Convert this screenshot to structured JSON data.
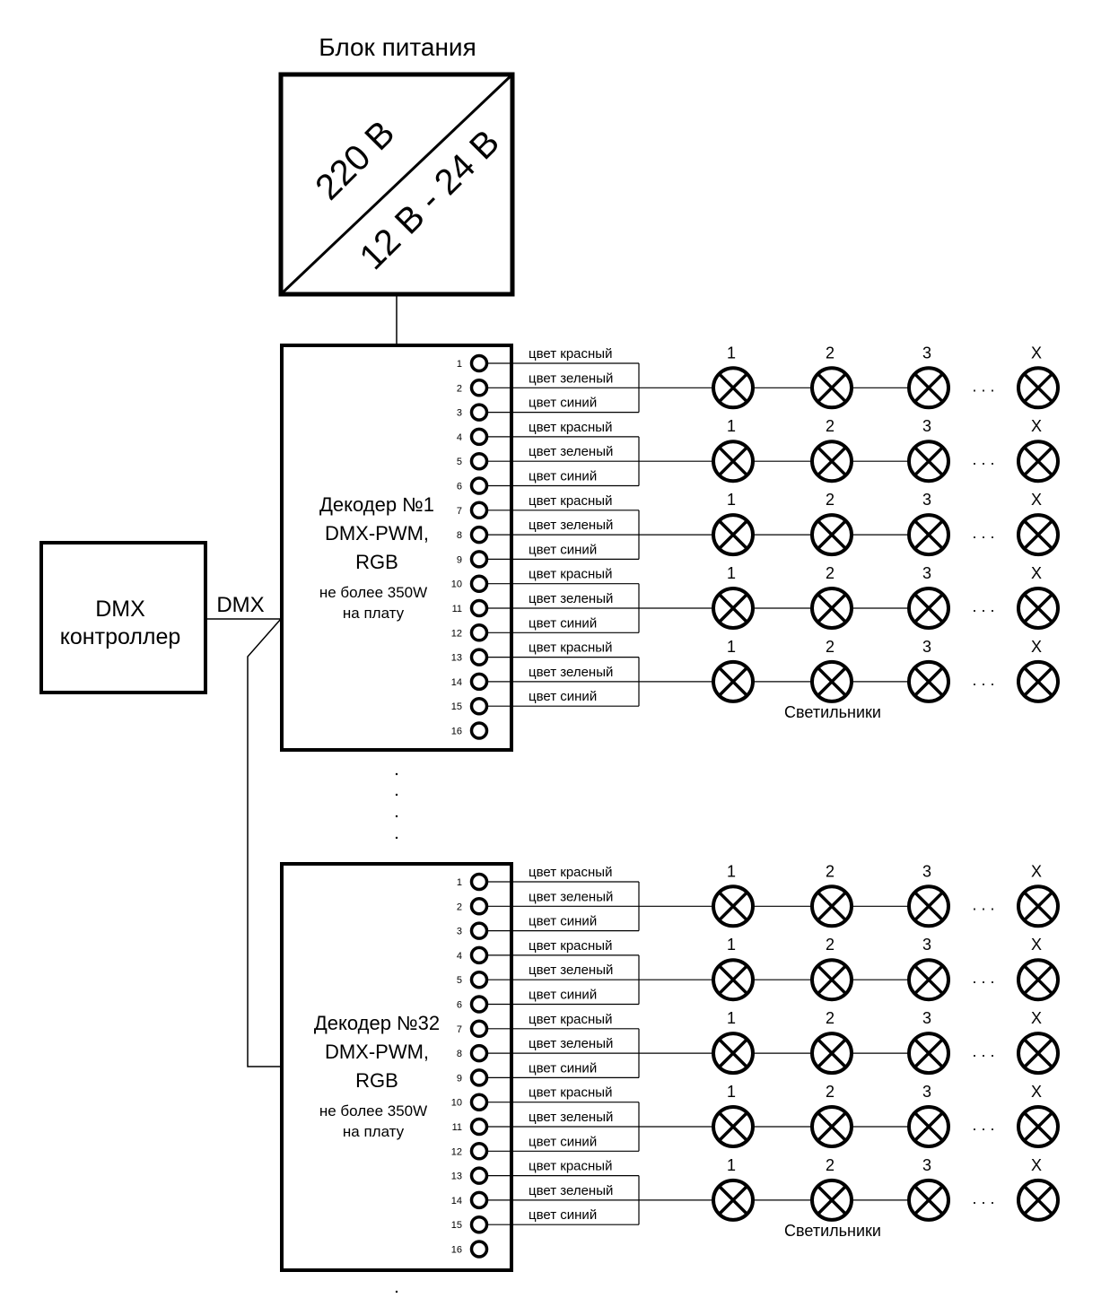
{
  "power_supply": {
    "title": "Блок питания",
    "input_voltage": "220 В",
    "output_voltage": "12 В - 24 В"
  },
  "controller": {
    "line1": "DMX",
    "line2": "контроллер",
    "bus_label": "DMX"
  },
  "decoders": [
    {
      "name": "Декодер №1",
      "type": "DMX-PWM,",
      "mode": "RGB",
      "limit_line1": "не более 350W",
      "limit_line2": "на плату",
      "caption": "Светильники"
    },
    {
      "name": "Декодер №32",
      "type": "DMX-PWM,",
      "mode": "RGB",
      "limit_line1": "не более 350W",
      "limit_line2": "на плату",
      "caption": "Светильники"
    }
  ],
  "pins": [
    "1",
    "2",
    "3",
    "4",
    "5",
    "6",
    "7",
    "8",
    "9",
    "10",
    "11",
    "12",
    "13",
    "14",
    "15",
    "16"
  ],
  "channel_colors": [
    "цвет красный",
    "цвет зеленый",
    "цвет синий"
  ],
  "lamp_labels": [
    "1",
    "2",
    "3",
    "X"
  ],
  "lamp_ellipsis": ". . ."
}
